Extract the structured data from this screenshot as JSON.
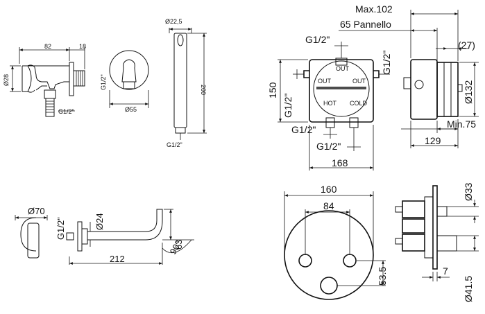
{
  "hand_shower_holder": {
    "d_28": "Ø28",
    "d_82": "82",
    "d_18": "18",
    "thread_side": "G1/2\"",
    "thread_bottom": "G1/2\"",
    "d_55": "Ø55"
  },
  "hand_shower": {
    "d_225": "Ø22,5",
    "d_200": "200",
    "thread": "G1/2\""
  },
  "spout": {
    "d_70": "Ø70",
    "thread": "G1/2\"",
    "d_24": "Ø24",
    "d_212": "212",
    "d_63": "63",
    "angle": "90°"
  },
  "box_front": {
    "top_thread": "G1/2\"",
    "right_thread": "G1/2\"",
    "left_thread": "G1/2\"",
    "d_150": "150",
    "bottom_thread_1": "G1/2\"",
    "bottom_thread_2": "G1/2\"",
    "d_168": "168",
    "labels": [
      "OUT",
      "OUT",
      "OUT",
      "HOT",
      "COLD"
    ]
  },
  "box_side": {
    "max": "Max.102",
    "panel": "65 Pannello",
    "d_27": "(27)",
    "d_132": "Ø132",
    "min": "Min.75",
    "d_129": "129"
  },
  "plate_front": {
    "d_160": "160",
    "d_84": "84",
    "d_53": "53.5"
  },
  "plate_side": {
    "d_33": "Ø33",
    "d_7": "7",
    "d_41": "Ø41.5"
  }
}
